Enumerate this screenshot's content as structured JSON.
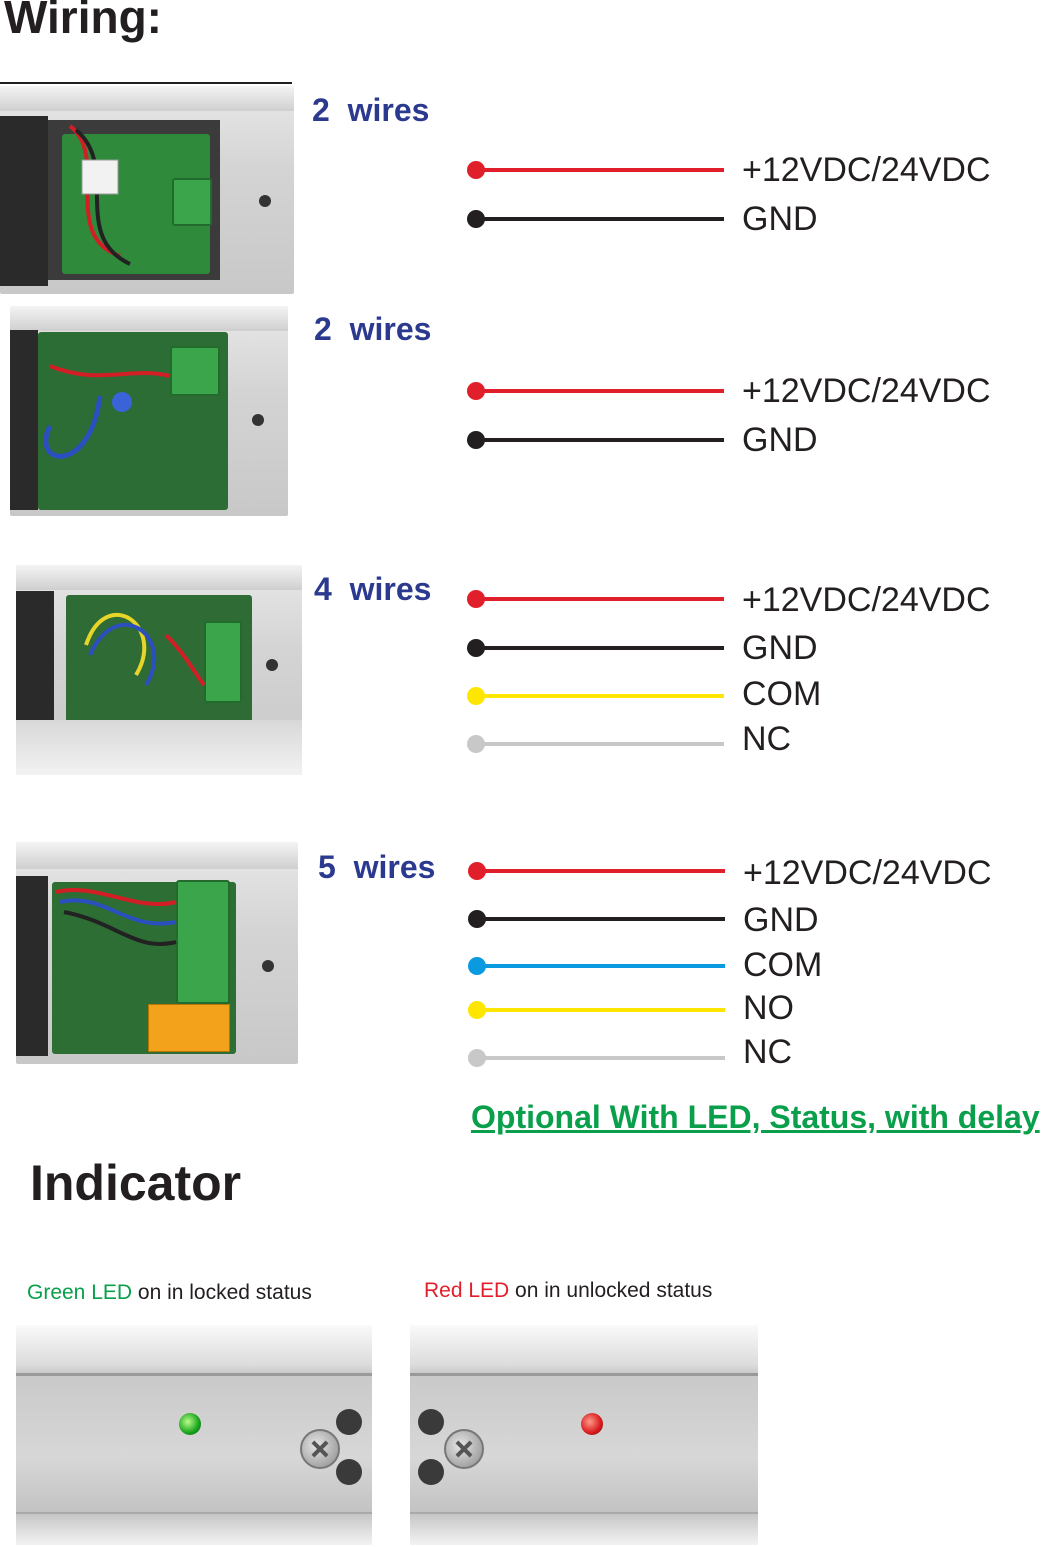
{
  "title": "Wiring:",
  "colors": {
    "red": "#e11f2b",
    "black": "#231f20",
    "yellow": "#ffe600",
    "gray": "#c8c8c8",
    "blue": "#0a9ae0",
    "label": "#2b3a8f",
    "green_text": "#0aa04b",
    "red_text": "#e11f2b"
  },
  "groups": [
    {
      "label": "2  wires",
      "wires": [
        {
          "color": "red",
          "name": "+12VDC/24VDC"
        },
        {
          "color": "black",
          "name": "GND"
        }
      ]
    },
    {
      "label": "2  wires",
      "wires": [
        {
          "color": "red",
          "name": "+12VDC/24VDC"
        },
        {
          "color": "black",
          "name": "GND"
        }
      ]
    },
    {
      "label": "4  wires",
      "wires": [
        {
          "color": "red",
          "name": "+12VDC/24VDC"
        },
        {
          "color": "black",
          "name": "GND"
        },
        {
          "color": "yellow",
          "name": "COM"
        },
        {
          "color": "gray",
          "name": "NC"
        }
      ]
    },
    {
      "label": "5  wires",
      "wires": [
        {
          "color": "red",
          "name": "+12VDC/24VDC"
        },
        {
          "color": "black",
          "name": "GND"
        },
        {
          "color": "blue",
          "name": "COM"
        },
        {
          "color": "yellow",
          "name": "NO"
        },
        {
          "color": "gray",
          "name": "NC"
        }
      ]
    }
  ],
  "optional": "Optional With LED, Status, with delay",
  "indicator": {
    "title": "Indicator",
    "green_led": "Green LED",
    "locked_text": " on in locked status",
    "red_led": "Red LED",
    "unlocked_text": " on in unlocked status"
  }
}
